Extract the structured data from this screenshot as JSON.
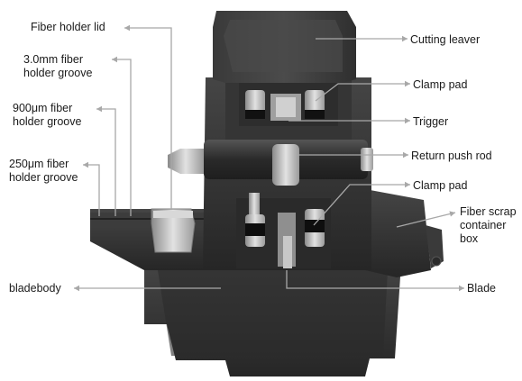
{
  "labels": {
    "fiber_holder_lid": "Fiber holder lid",
    "groove_3mm": [
      "3.0mm fiber",
      "holder groove"
    ],
    "groove_900um": [
      "900μm fiber",
      "holder groove"
    ],
    "groove_250um": [
      "250μm fiber",
      "holder groove"
    ],
    "bladebody": "bladebody",
    "cutting_leaver": "Cutting leaver",
    "clamp_pad_upper": "Clamp pad",
    "trigger": "Trigger",
    "return_push_rod": "Return push rod",
    "clamp_pad_lower": "Clamp pad",
    "fiber_scrap_box": [
      "Fiber scrap",
      "container",
      "box"
    ],
    "blade": "Blade"
  },
  "colors": {
    "leader": "#a8a8a8",
    "body_dark": "#2e2e2e",
    "body_mid": "#3c3c3c",
    "body_light": "#4a4a4a",
    "metal": "#bdbdbd",
    "text": "#1a1a1a"
  }
}
